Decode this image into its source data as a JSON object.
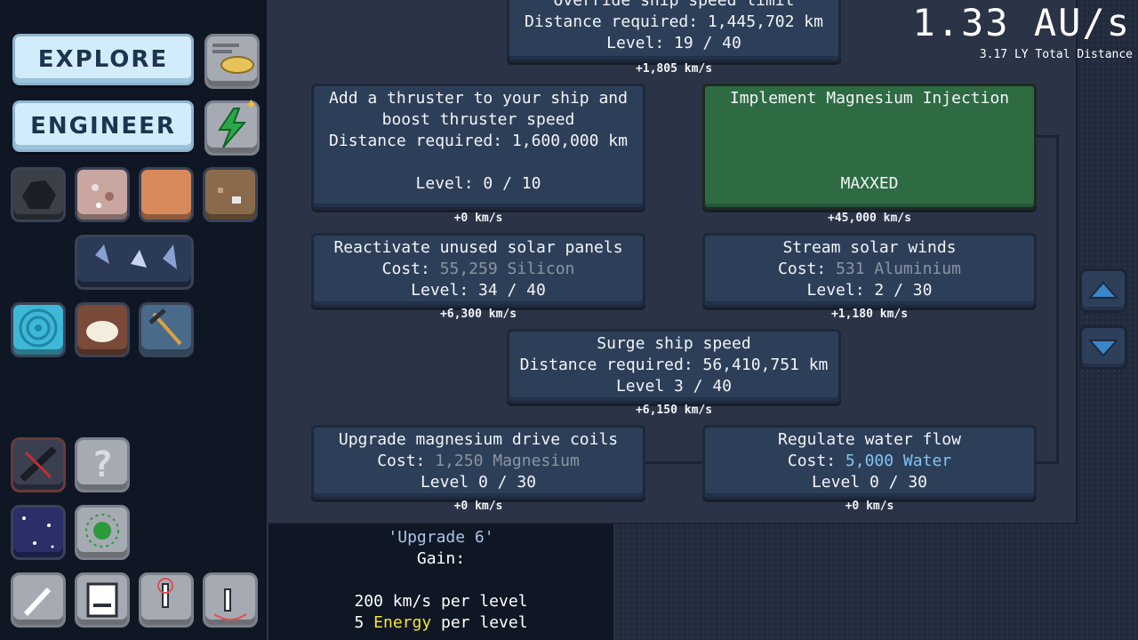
{
  "header": {
    "speed": "1.33 AU/s",
    "total_distance": "3.17 LY Total Distance"
  },
  "sidebar": {
    "explore_label": "EXPLORE",
    "engineer_label": "ENGINEER",
    "tiles": [
      {
        "name": "document-gold-icon"
      },
      {
        "name": "energy-bolt-icon"
      },
      {
        "name": "coal-resource-icon"
      },
      {
        "name": "quartz-resource-icon"
      },
      {
        "name": "copper-ore-icon"
      },
      {
        "name": "rock-ore-icon"
      },
      {
        "name": "space-crystals-icon"
      },
      {
        "name": "vortex-icon"
      },
      {
        "name": "glowing-orb-icon"
      },
      {
        "name": "pickaxe-icon"
      },
      {
        "name": "crossed-out-icon"
      },
      {
        "name": "help-question-icon"
      },
      {
        "name": "starfield-icon"
      },
      {
        "name": "virus-cell-icon"
      },
      {
        "name": "wrench-settings-icon"
      },
      {
        "name": "save-disk-icon"
      },
      {
        "name": "tap-hand-icon"
      },
      {
        "name": "hold-hand-icon"
      }
    ],
    "help_glyph": "?"
  },
  "upgrades": {
    "top": {
      "title": "Override ship speed limit",
      "req": "Distance required: 1,445,702 km",
      "level": "Level: 19 / 40",
      "gain": "+1,805 km/s"
    },
    "thruster": {
      "title1": "Add a thruster to your ship and",
      "title2": "boost thruster speed",
      "req": "Distance required: 1,600,000 km",
      "level": "Level: 0 / 10",
      "gain": "+0 km/s"
    },
    "magnesium_injection": {
      "title": "Implement Magnesium Injection",
      "status": "MAXXED",
      "gain": "+45,000 km/s"
    },
    "solar_panels": {
      "title": "Reactivate unused solar panels",
      "cost_label": "Cost:",
      "cost_value": "55,259 Silicon",
      "level": "Level: 34 / 40",
      "gain": "+6,300 km/s"
    },
    "solar_winds": {
      "title": "Stream solar winds",
      "cost_label": "Cost:",
      "cost_value": "531 Aluminium",
      "level": "Level: 2 / 30",
      "gain": "+1,180 km/s"
    },
    "surge": {
      "title": "Surge ship speed",
      "req": "Distance required: 56,410,751 km",
      "level": "Level 3 / 40",
      "gain": "+6,150 km/s"
    },
    "drive_coils": {
      "title": "Upgrade magnesium drive coils",
      "cost_label": "Cost:",
      "cost_value": "1,250 Magnesium",
      "level": "Level 0 / 30",
      "gain": "+0 km/s"
    },
    "water_flow": {
      "title": "Regulate water flow",
      "cost_label": "Cost:",
      "cost_value": "5,000 Water",
      "level": "Level 0 / 30",
      "gain": "+0 km/s"
    }
  },
  "tooltip": {
    "name": "'Upgrade 6'",
    "gain_label": "Gain:",
    "line1": "200 km/s per level",
    "line2_prefix": "5 ",
    "line2_energy": "Energy",
    "line2_suffix": " per level"
  },
  "colors": {
    "maxxed_green": "#2e6b43",
    "card_blue": "#2d3f58",
    "energy_yellow": "#f5e43a",
    "water_blue": "#7fc4f5"
  }
}
